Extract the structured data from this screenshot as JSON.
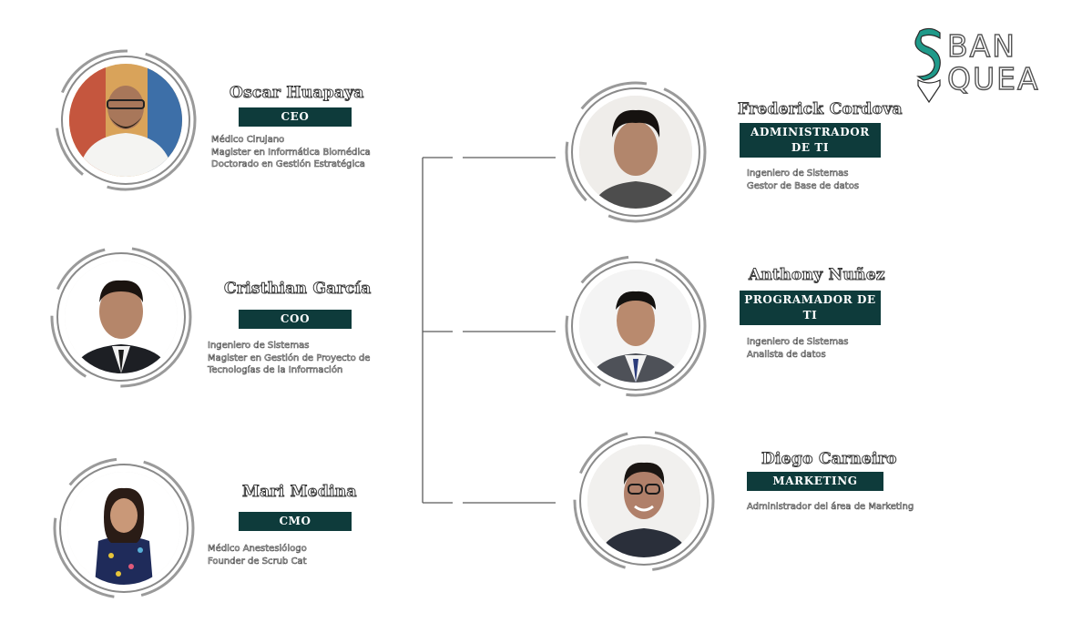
{
  "logo": {
    "line1": "BAN",
    "line2": "QUEA",
    "brand_color": "#1f9a8a"
  },
  "colors": {
    "role_bg": "#0e3b3b",
    "text_outline": "#3a3a3a"
  },
  "members": [
    {
      "name": "Oscar Huapaya",
      "role": "CEO",
      "details": [
        "Médico Cirujano",
        "Magister en Informática Biomédica",
        "Doctorado en Gestión Estratégica"
      ]
    },
    {
      "name": "Cristhian García",
      "role": "COO",
      "details": [
        "Ingeniero de Sistemas",
        "Magister en Gestión de Proyecto de",
        "Tecnologías de la Información"
      ]
    },
    {
      "name": "Mari Medina",
      "role": "CMO",
      "details": [
        "Médico Anestesiólogo",
        "Founder de Scrub Cat"
      ]
    },
    {
      "name": "Frederick Cordova",
      "role_line1": "ADMINISTRADOR",
      "role_line2": "DE TI",
      "details": [
        "Ingeniero de Sistemas",
        "Gestor de Base de datos"
      ]
    },
    {
      "name": "Anthony Nuñez",
      "role_line1": "PROGRAMADOR DE",
      "role_line2": "TI",
      "details": [
        "Ingeniero de Sistemas",
        "Analista de datos"
      ]
    },
    {
      "name": "Diego Carneiro",
      "role": "MARKETING",
      "details": [
        "Administrador del área de Marketing"
      ]
    }
  ]
}
